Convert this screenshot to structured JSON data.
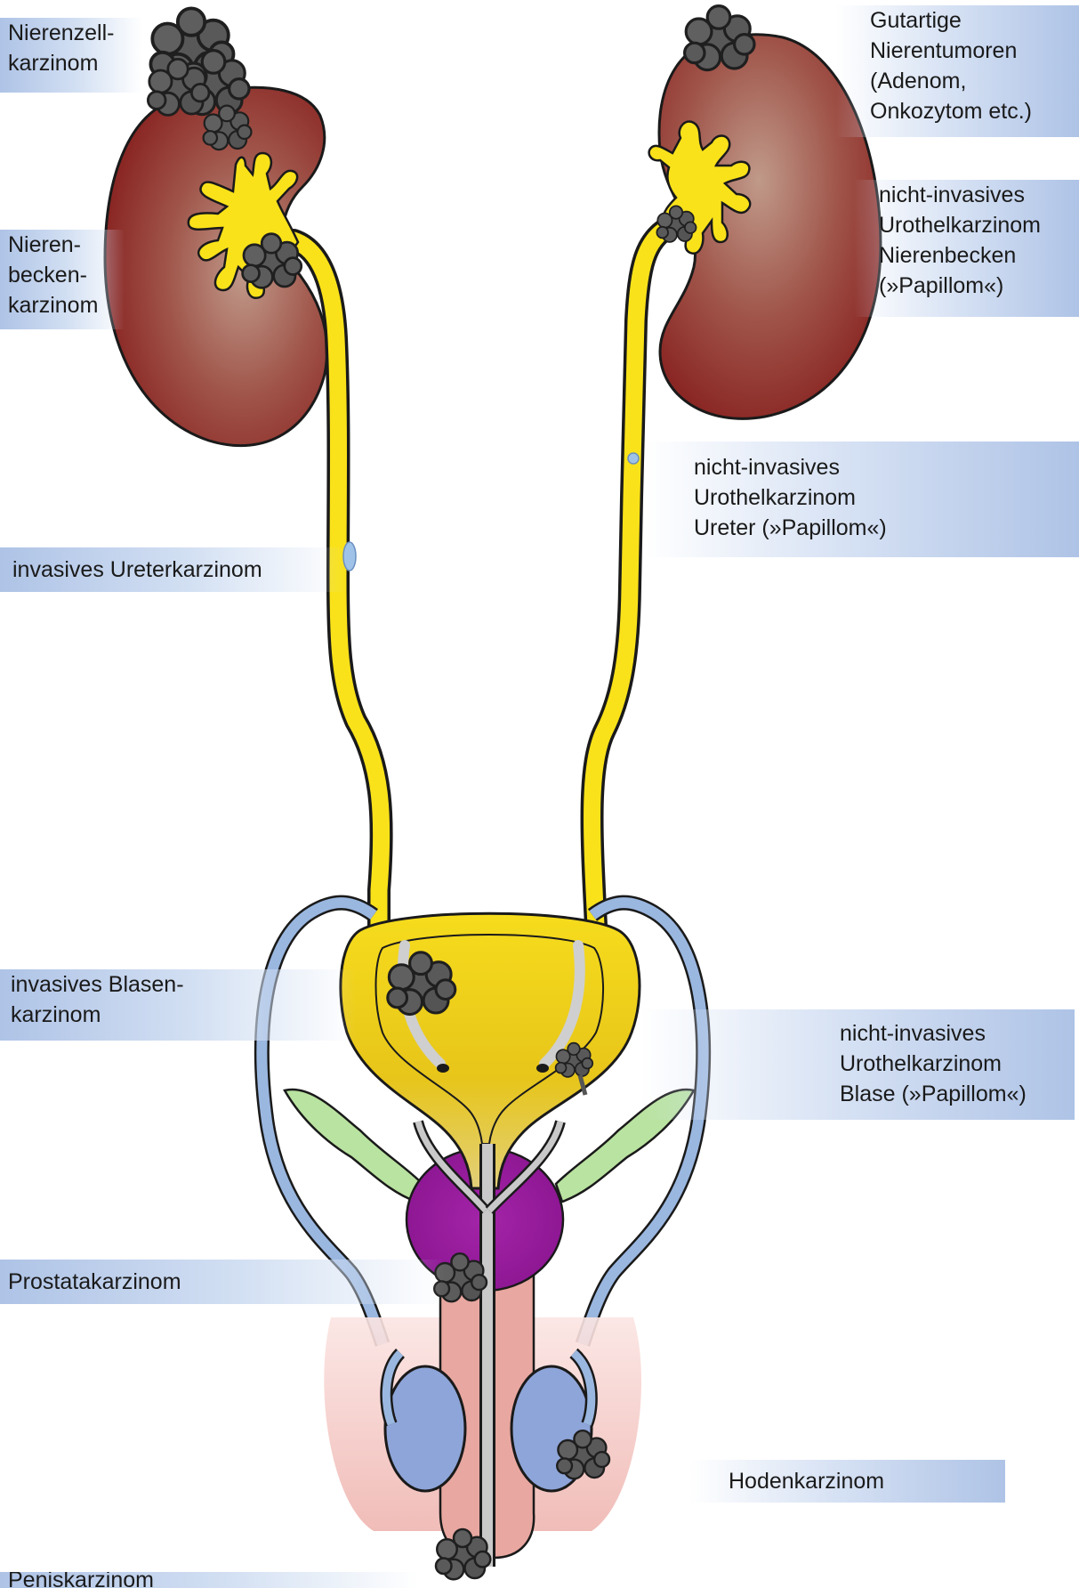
{
  "labels": {
    "nierenzellkarzinom": [
      "Nierenzell-",
      "karzinom"
    ],
    "gutartige_nierentumoren": [
      "Gutartige",
      "Nierentumoren",
      "(Adenom,",
      "Onkozytom etc.)"
    ],
    "nierenbeckenkarzinom": [
      "Nieren-",
      "becken-",
      "karzinom"
    ],
    "papillom_nierenbecken": [
      "nicht-invasives",
      "Urothelkarzinom",
      "Nierenbecken",
      "(»Papillom«)"
    ],
    "papillom_ureter": [
      "nicht-invasives",
      "Urothelkarzinom",
      "Ureter (»Papillom«)"
    ],
    "invasives_ureterkarzinom": [
      "invasives Ureterkarzinom"
    ],
    "invasives_blasenkarzinom": [
      "invasives Blasen-",
      "karzinom"
    ],
    "papillom_blase": [
      "nicht-invasives",
      "Urothelkarzinom",
      "Blase (»Papillom«)"
    ],
    "prostatakarzinom": [
      "Prostatakarzinom"
    ],
    "hodenkarzinom": [
      "Hodenkarzinom"
    ],
    "peniskarzinom": [
      "Peniskarzinom"
    ]
  },
  "colors": {
    "kidney_dark": "#8c2a26",
    "kidney_light": "#b88878",
    "urine_yellow": "#f9e21a",
    "bladder_yellow_dark": "#d9b81a",
    "vas_deferens": "#9ab7e0",
    "testis": "#8ea5d9",
    "prostate": "#9a1ea0",
    "seminal_vesicle": "#b9e3a0",
    "penis": "#e8a7a0",
    "urethra": "#c9c9c9",
    "tumor": "#555555",
    "label_bg": "#aec3e6"
  }
}
